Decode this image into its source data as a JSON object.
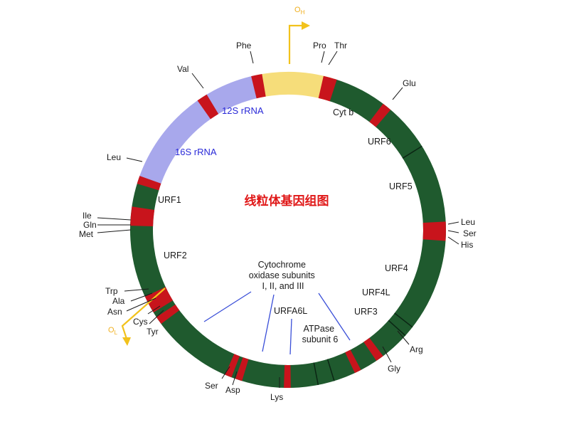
{
  "title": "线粒体基因组图",
  "colors": {
    "ring_protein": "#1f5a2e",
    "ring_rrna": "#a8a8ec",
    "ring_control": "#f6dd7a",
    "trna": "#c8141c",
    "origin": "#f2c21c",
    "pointer": "#3a4fd8",
    "rrna_text": "#2a2ad8",
    "title_text": "#e01818"
  },
  "origins": {
    "heavy": {
      "label_main": "O",
      "label_sub": "H"
    },
    "light": {
      "label_main": "O",
      "label_sub": "L"
    }
  },
  "rrna_labels": [
    "12S rRNA",
    "16S rRNA"
  ],
  "gene_labels": [
    "Cyt b",
    "URF6",
    "URF5",
    "URF4",
    "URF4L",
    "URF3",
    "URF1",
    "URF2",
    "URFA6L"
  ],
  "multi_labels": {
    "cox": [
      "Cytochrome",
      "oxidase subunits",
      "I, II, and III"
    ],
    "atpase": [
      "ATPase",
      "subunit 6"
    ]
  },
  "trna_labels": [
    "Phe",
    "Pro",
    "Thr",
    "Glu",
    "Val",
    "Leu",
    "Ile",
    "Gln",
    "Met",
    "Leu",
    "Ser",
    "His",
    "Trp",
    "Ala",
    "Asn",
    "Cys",
    "Tyr",
    "Ser",
    "Asp",
    "Lys",
    "Gly",
    "Arg"
  ]
}
